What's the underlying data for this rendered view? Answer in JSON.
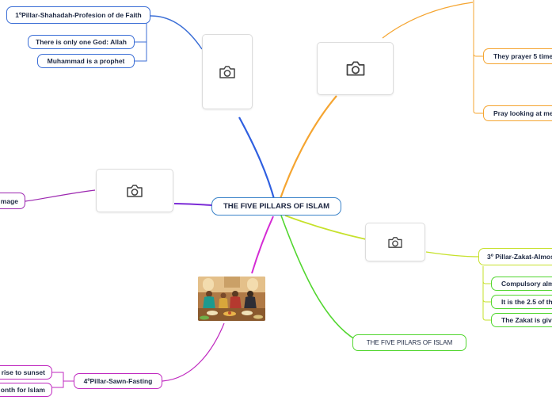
{
  "central": {
    "title": "THE FIVE PILLARS OF ISLAM"
  },
  "pillar1": {
    "title": "1ºPillar-Shahadah-Profesion of de Faith",
    "items": [
      "There is only one God: Allah",
      "Muhammad is a prophet"
    ]
  },
  "pillar2": {
    "items": [
      "They prayer 5 time",
      "Pray looking at me"
    ]
  },
  "pillar3": {
    "title": "3º Pillar-Zakat-Almos",
    "items": [
      "Compulsory alm",
      "It is the 2.5 of th",
      "The Zakat is give"
    ]
  },
  "pillar4": {
    "title": "4ºPillar-Sawn-Fasting",
    "items": [
      "rise to sunset",
      "onth for Islam"
    ]
  },
  "pillar5": {
    "title": "mage"
  },
  "extra": {
    "title": "THE FIVE PIILARS OF ISLAM"
  },
  "colors": {
    "blue": "#3b6ed6",
    "orange": "#f5a531",
    "yellow_green": "#c6e12b",
    "green": "#52d62f",
    "magenta": "#d42bd4",
    "purple": "#9c27b0",
    "central_border": "#3b83c9"
  },
  "icons": {
    "photo_placeholder": "camera-icon"
  }
}
